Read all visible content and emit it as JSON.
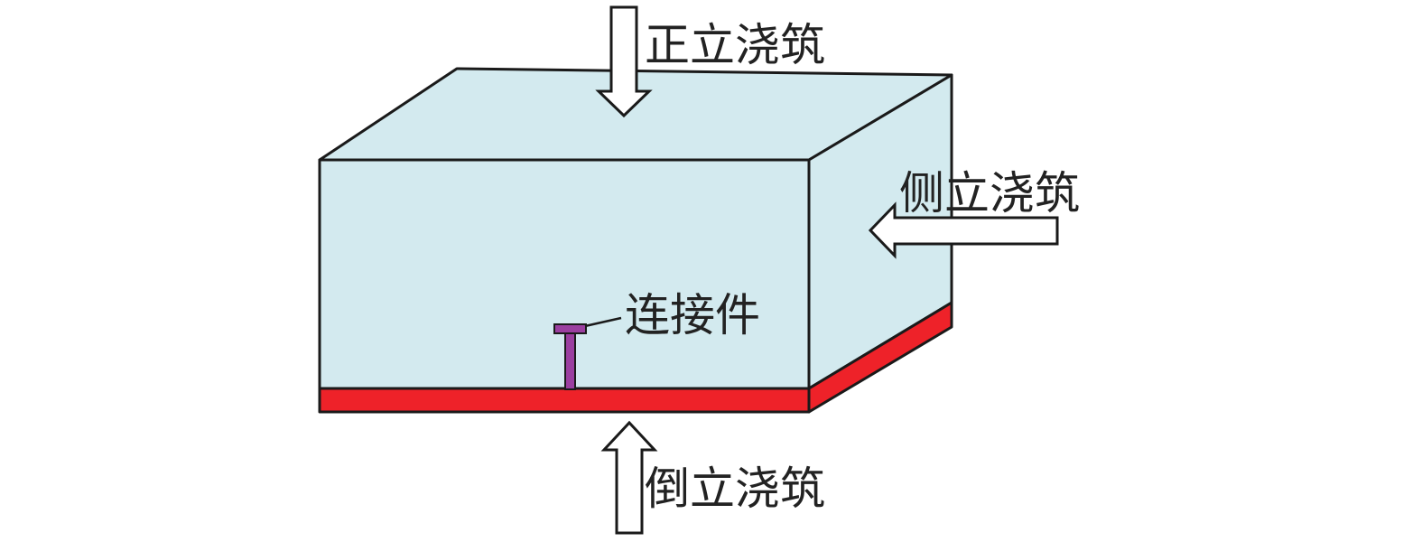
{
  "diagram": {
    "labels": {
      "top_pour": "正立浇筑",
      "side_pour": "侧立浇筑",
      "bottom_pour": "倒立浇筑",
      "connector": "连接件"
    },
    "colors": {
      "block_face": "#d3eaef",
      "base_layer": "#ee2229",
      "connector": "#9b3fa0",
      "outline": "#1a1a1a",
      "arrow_fill": "#ffffff"
    }
  }
}
